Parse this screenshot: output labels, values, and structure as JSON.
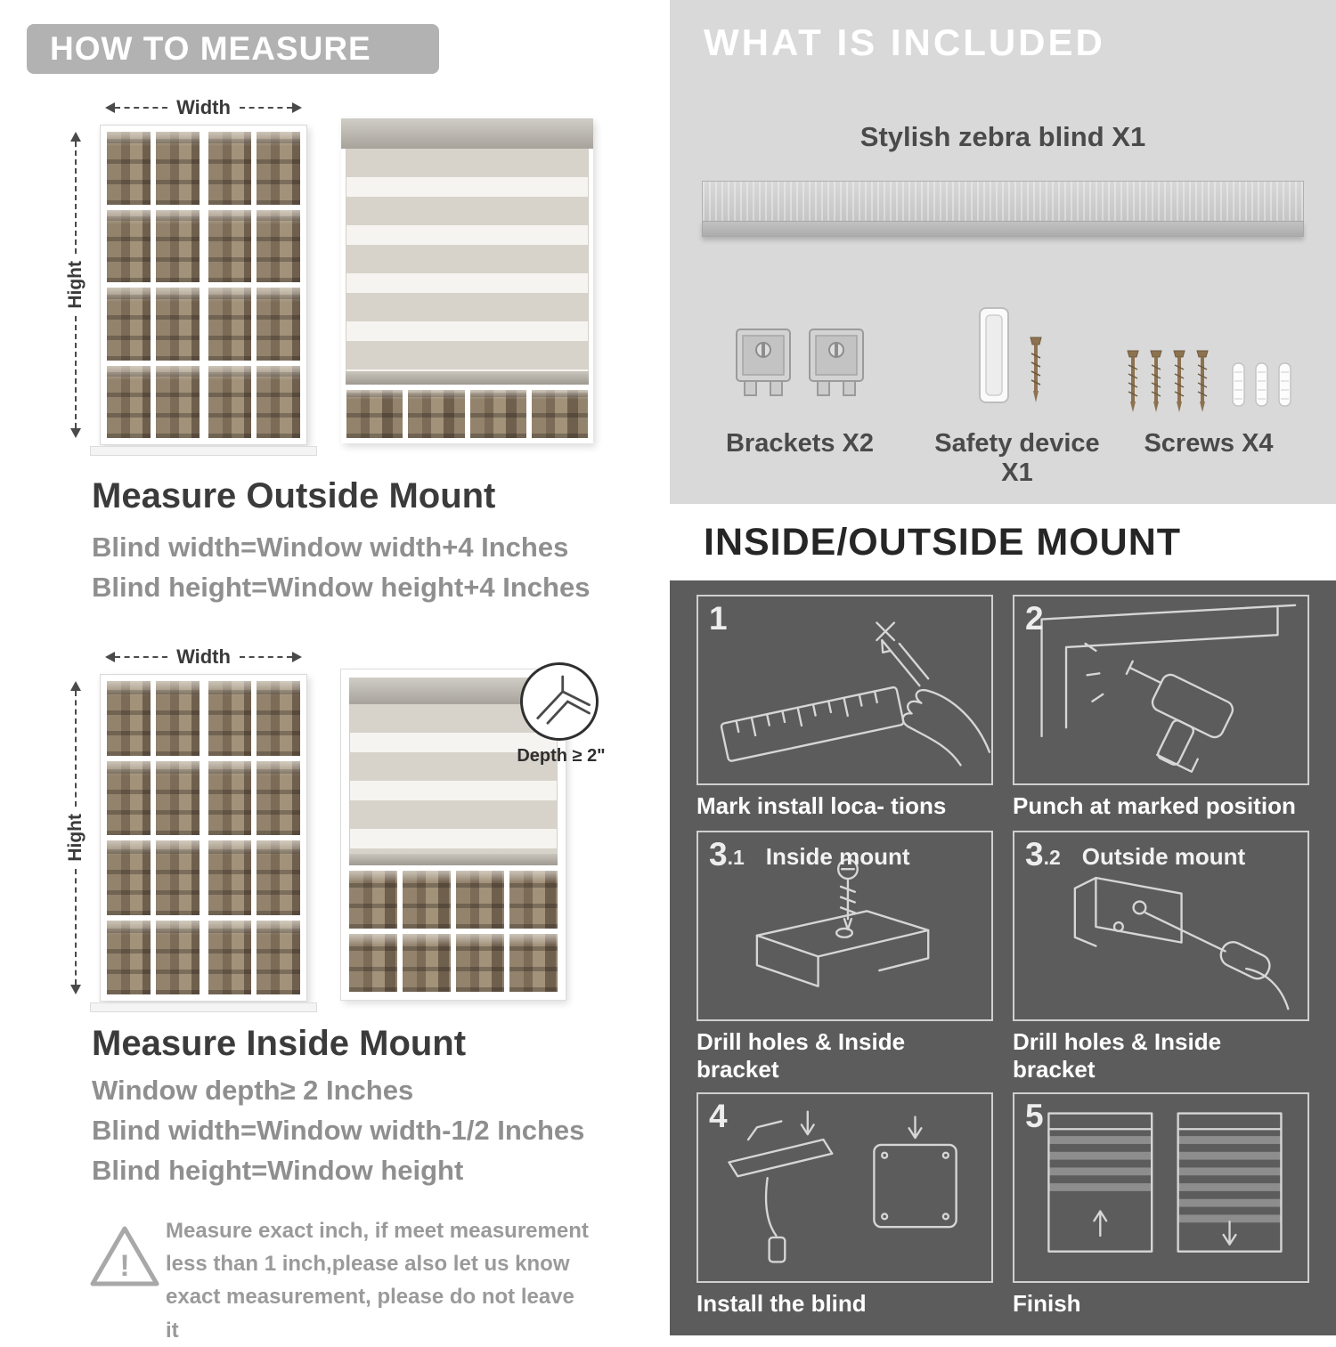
{
  "colors": {
    "header_gray": "#b2b2b2",
    "text_dark": "#3b3b3b",
    "text_gray": "#8f8f8f",
    "included_bg": "#d9d9d9",
    "mount_bg": "#5c5c5c"
  },
  "how_to_measure": {
    "header": "HOW TO MEASURE",
    "outside": {
      "width_label": "Width",
      "height_label": "Hight",
      "title": "Measure Outside Mount",
      "lines": [
        "Blind width=Window width+4 Inches",
        "Blind height=Window height+4 Inches"
      ]
    },
    "inside": {
      "width_label": "Width",
      "height_label": "Hight",
      "depth_callout": "Depth ≥ 2\"",
      "title": "Measure Inside Mount",
      "lines": [
        "Window depth≥ 2 Inches",
        "Blind width=Window width-1/2 Inches",
        "Blind height=Window height"
      ]
    },
    "warning_text": "Measure exact inch, if meet measurement less than 1 inch,please also let us know exact measurement, please do not leave it"
  },
  "included": {
    "header": "WHAT IS INCLUDED",
    "blind_label": "Stylish zebra blind X1",
    "items": [
      {
        "label": "Brackets X2"
      },
      {
        "label": "Safety device X1"
      },
      {
        "label": "Screws X4"
      }
    ]
  },
  "mount": {
    "header": "INSIDE/OUTSIDE MOUNT",
    "steps": [
      {
        "num": "1",
        "caption": "Mark install loca- tions"
      },
      {
        "num": "2",
        "caption": "Punch at  marked position"
      },
      {
        "num": "3",
        "sub": ".1",
        "tag": "Inside mount",
        "caption": "Drill holes &  Inside bracket"
      },
      {
        "num": "3",
        "sub": ".2",
        "tag": "Outside mount",
        "caption": "Drill holes &  Inside bracket"
      },
      {
        "num": "4",
        "caption": "Install the blind"
      },
      {
        "num": "5",
        "caption": "Finish"
      }
    ]
  }
}
